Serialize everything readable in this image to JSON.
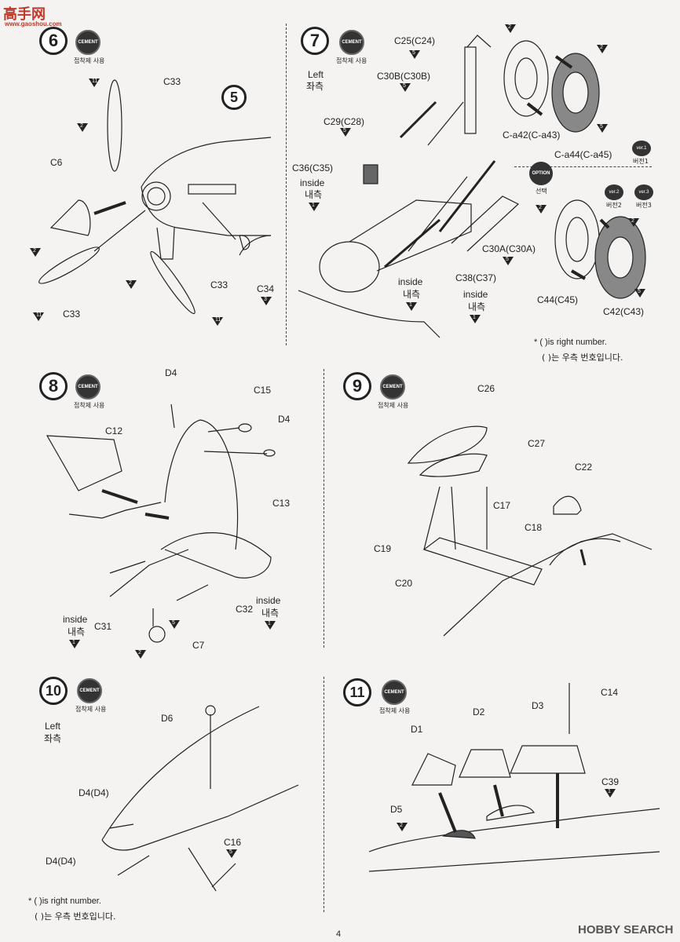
{
  "watermark": {
    "name": "高手网",
    "url": "www.gaoshou.com"
  },
  "footer": {
    "page_number": "4",
    "logo": "HOBBY SEARCH"
  },
  "cement": {
    "label": "CEMENT",
    "korean": "접착제 사용"
  },
  "steps": {
    "s6": {
      "number": "6",
      "parts": {
        "c33a": "C33",
        "c6": "C6",
        "c33b": "C33",
        "c33c": "C33",
        "c34": "C34"
      },
      "ref": "5",
      "markers": {
        "m1": "11",
        "m2": "2",
        "m3": "2",
        "m4": "11",
        "m5": "2",
        "m6": "11",
        "m7": "3"
      }
    },
    "s7": {
      "number": "7",
      "left_en": "Left",
      "left_ko": "좌측",
      "parts": {
        "c25": "C25(C24)",
        "c30b": "C30B(C30B)",
        "c29": "C29(C28)",
        "c36": "C36(C35)",
        "c36_inside": "inside",
        "c36_ko": "내측",
        "inside_mid": "inside",
        "inside_mid_ko": "내측",
        "c30a": "C30A(C30A)",
        "c38": "C38(C37)",
        "c38_inside": "inside",
        "c38_ko": "내측",
        "ca42": "C-a42(C-a43)",
        "ca44": "C-a44(C-a45)",
        "c44": "C44(C45)",
        "c42": "C42(C43)"
      },
      "option": {
        "en": "OPTION",
        "ko": "선택"
      },
      "versions": {
        "v1": "ver.1",
        "v1_ko": "버전1",
        "v2": "ver.2",
        "v2_ko": "버전2",
        "v3": "ver.3",
        "v3_ko": "버전3"
      },
      "markers": {
        "m1": "5",
        "m2": "5",
        "m3": "5",
        "m4": "1",
        "m5": "1",
        "m6": "5",
        "m7": "1",
        "m8": "2",
        "m9": "2",
        "m10": "5",
        "m11": "2",
        "m12": "2",
        "m13": "5"
      },
      "note_en": "* (   )is right number.",
      "note_ko": "(   )는 우측 번호입니다."
    },
    "s8": {
      "number": "8",
      "parts": {
        "d4a": "D4",
        "c15": "C15",
        "d4b": "D4",
        "c12": "C12",
        "c13": "C13",
        "c31": "C31",
        "c32": "C32",
        "c7": "C7",
        "inside_l": "inside",
        "inside_l_ko": "내측",
        "inside_r": "inside",
        "inside_r_ko": "내측"
      },
      "markers": {
        "m1": "5",
        "m2": "2",
        "m3": "1",
        "m4": "1"
      }
    },
    "s9": {
      "number": "9",
      "parts": {
        "c26": "C26",
        "c27": "C27",
        "c22": "C22",
        "c17": "C17",
        "c18": "C18",
        "c19": "C19",
        "c20": "C20"
      }
    },
    "s10": {
      "number": "10",
      "left_en": "Left",
      "left_ko": "좌측",
      "parts": {
        "d6": "D6",
        "d4a": "D4(D4)",
        "d4b": "D4(D4)",
        "c16": "C16"
      },
      "markers": {
        "m1": "5"
      },
      "note_en": "* (   )is right number.",
      "note_ko": "(   )는 우측 번호입니다."
    },
    "s11": {
      "number": "11",
      "parts": {
        "c14": "C14",
        "d2": "D2",
        "d3": "D3",
        "d1": "D1",
        "c39": "C39",
        "d5": "D5"
      },
      "markers": {
        "m1": "1",
        "m2": "2"
      }
    }
  }
}
